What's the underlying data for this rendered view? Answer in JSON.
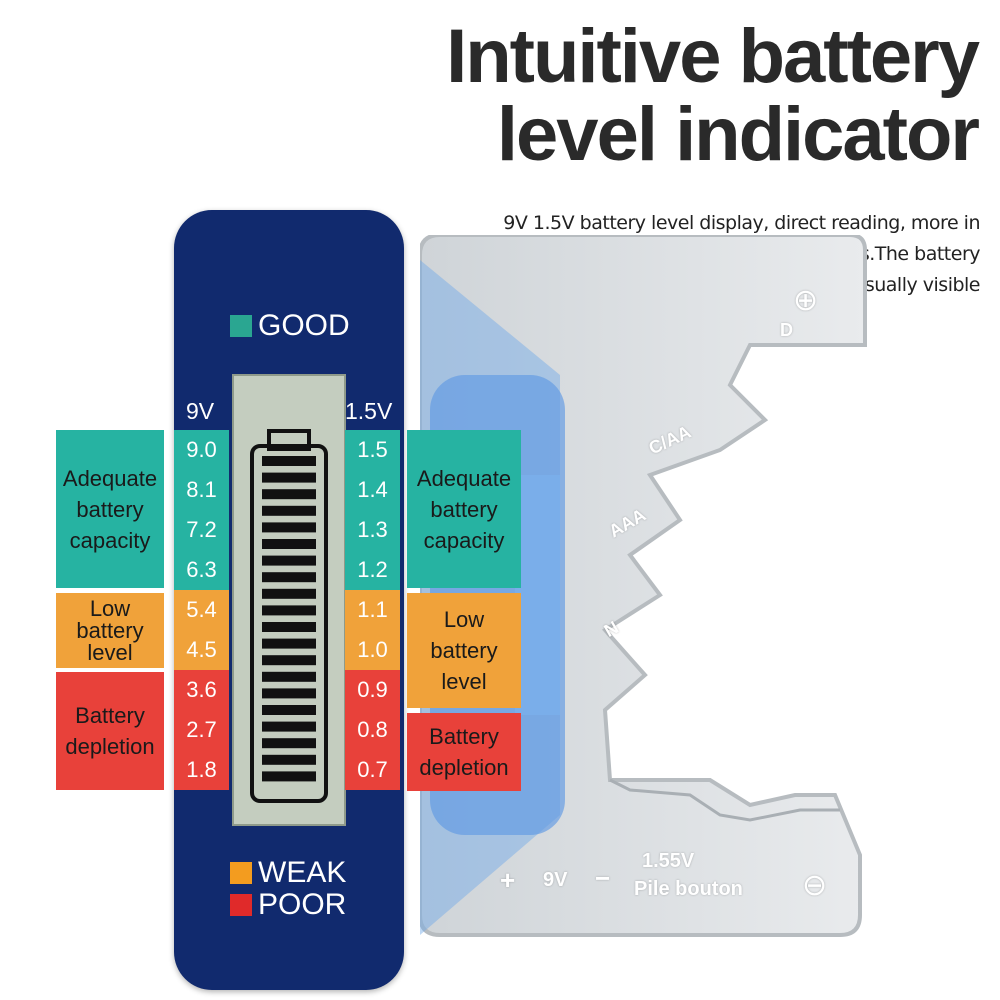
{
  "headline": {
    "line1": "Intuitive battery",
    "line2": "level indicator"
  },
  "description": {
    "line1": "9V 1.5V battery level display, direct reading, more in",
    "line2": "line with public usage needs.The battery",
    "line3": "level bar is visually visible"
  },
  "legend": {
    "good": "GOOD",
    "weak": "WEAK",
    "poor": "POOR"
  },
  "colors": {
    "panel": "#112a6e",
    "good": "#26b3a2",
    "weak": "#f0a23a",
    "poor": "#e8413a",
    "good_swatch": "#2aa691",
    "weak_swatch": "#f39c1f",
    "poor_swatch": "#e02a2a"
  },
  "scale": {
    "left_header": "9V",
    "right_header": "1.5V",
    "left_values": [
      "9.0",
      "8.1",
      "7.2",
      "6.3",
      "5.4",
      "4.5",
      "3.6",
      "2.7",
      "1.8"
    ],
    "right_values": [
      "1.5",
      "1.4",
      "1.3",
      "1.2",
      "1.1",
      "1.0",
      "0.9",
      "0.8",
      "0.7"
    ]
  },
  "labels": {
    "left": {
      "adequate": [
        "Adequate",
        "battery",
        "capacity"
      ],
      "low": [
        "Low",
        "battery",
        "level"
      ],
      "depletion": [
        "Battery",
        "depletion"
      ]
    },
    "right": {
      "adequate": [
        "Adequate",
        "battery",
        "capacity"
      ],
      "low": [
        "Low",
        "battery",
        "level"
      ],
      "depletion": [
        "Battery",
        "depletion"
      ]
    }
  },
  "device": {
    "plus_symbol": "⊕",
    "minus_symbol": "⊖",
    "slot_d": "D",
    "slot_caa": "C/AA",
    "slot_aaa": "AAA",
    "slot_n": "N",
    "bottom_plus": "+",
    "bottom_9v": "9V",
    "bottom_minus": "−",
    "bottom_155v": "1.55V",
    "bottom_pile": "Pile bouton"
  }
}
